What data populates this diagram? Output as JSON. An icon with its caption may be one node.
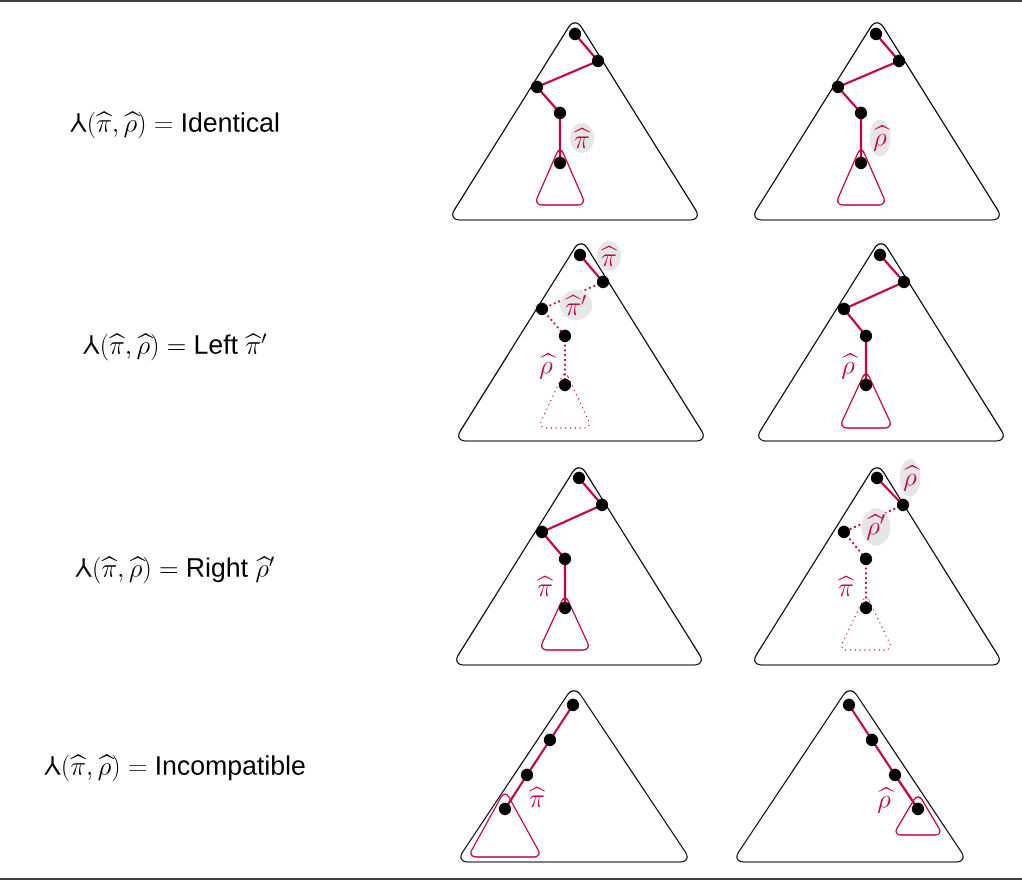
{
  "diagram": {
    "nodes": [
      {
        "text": [
          "\\widehat{\\pi}"
        ]
      },
      {
        "text": [
          "\\widehat{\\rho}"
        ]
      },
      {
        "text": [
          "\\widehat{\\pi}",
          "\\widehat{\\pi}'",
          "\\widehat{\\rho}"
        ]
      },
      {
        "text": [
          "\\widehat{\\rho}"
        ]
      },
      {
        "text": [
          "\\widehat{\\pi}"
        ]
      },
      {
        "text": [
          "\\widehat{\\rho}",
          "\\widehat{\\rho}'",
          "\\widehat{\\pi}"
        ]
      },
      {
        "text": [
          "\\widehat{\\pi}"
        ]
      },
      {
        "text": [
          "\\widehat{\\rho}"
        ]
      }
    ],
    "labels": [
      "\\rotatebox[origin=c]{180}{$\\mathsf{Y}$}(\\widehat{\\pi}, \\widehat{\\rho}) = \\text{Identical}",
      "\\rotatebox[origin=c]{180}{$\\mathsf{Y}$}(\\widehat{\\pi}, \\widehat{\\rho}) = \\text{Left } \\widehat{\\pi}'",
      "\\rotatebox[origin=c]{180}{$\\mathsf{Y}$}(\\widehat{\\pi}, \\widehat{\\rho}) = \\text{Right } \\widehat{\\rho}'",
      "\\rotatebox[origin=c]{180}{$\\mathsf{Y}$}(\\widehat{\\pi}, \\widehat{\\rho}) = \\text{Incompatible}"
    ]
  }
}
